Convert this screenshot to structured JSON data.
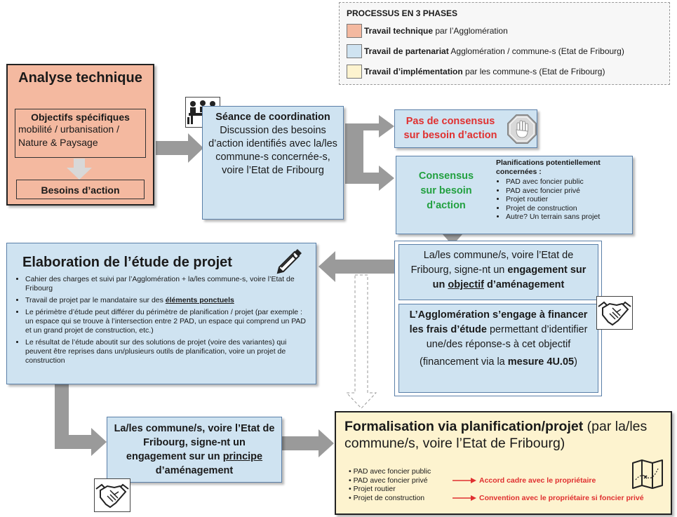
{
  "legend": {
    "title": "PROCESSUS EN 3 PHASES",
    "items": [
      {
        "bold": "Travail technique",
        "rest": " par l’Agglomération",
        "color": "#f4b9a0"
      },
      {
        "bold": "Travail de partenariat",
        "rest": " Agglomération / commune-s (Etat de Fribourg)",
        "color": "#cfe3f1"
      },
      {
        "bold": "Travail d’implémentation",
        "rest": " par les commune-s (Etat de Fribourg)",
        "color": "#fdf3cf"
      }
    ]
  },
  "analyse": {
    "title": "Analyse technique",
    "objectifs_title": "Objectifs spécifiques",
    "objectifs_text": "mobilité / urbanisation / Nature & Paysage",
    "besoins": "Besoins d’action"
  },
  "seance": {
    "title": "Séance de coordination",
    "text": "Discussion des besoins d’action identifiés avec la/les commune-s concernée-s, voire l’Etat de Fribourg"
  },
  "pas_consensus": "Pas de consensus sur besoin d’action",
  "consensus": "Consensus sur besoin d’action",
  "planifications": {
    "title": "Planifications potentiellement concernées :",
    "items": [
      "PAD avec foncier public",
      "PAD avec foncier privé",
      "Projet routier",
      "Projet de construction",
      "Autre? Un terrain sans projet"
    ]
  },
  "engagement_objectif": {
    "text1": "La/les commune/s, voire l’Etat de Fribourg, signe-nt un ",
    "bold1": "engagement sur un ",
    "underline": "objectif",
    "bold2": " d’aménagement"
  },
  "agglo_engage": {
    "bold": "L’Agglomération s’engage à financer les frais d’étude",
    "text": " permettant d’identifier une/des réponse-s à cet objectif",
    "financement_pre": "(financement via la ",
    "financement_bold": "mesure 4U.05",
    "financement_post": ")"
  },
  "elaboration": {
    "title": "Elaboration de l’étude de projet",
    "bullet1": "Cahier des charges et suivi par l’Agglomération + la/les commune-s, voire l’Etat de Fribourg",
    "bullet2_pre": "Travail de projet par le mandataire sur des ",
    "bullet2_bold": "éléments ponctuels",
    "bullet3": "Le périmètre d’étude peut différer du périmètre de planification / projet (par exemple : un espace qui se trouve à l’intersection entre 2 PAD, un espace qui comprend un PAD et un grand projet de construction, etc.)",
    "bullet4": "Le résultat de l’étude aboutit sur des solutions de projet (voire des variantes) qui peuvent être reprises dans un/plusieurs outils de planification, voire un projet de construction"
  },
  "engagement_principe": {
    "pre": "La/les commune/s, voire l’Etat de Fribourg, signe-nt un engagement sur un ",
    "underline": "principe",
    "post": " d’aménagement"
  },
  "formalisation": {
    "title_bold": "Formalisation via planification/projet",
    "title_rest": " (par la/les commune/s, voire l’Etat de Fribourg)",
    "items": [
      {
        "label": "PAD avec foncier public",
        "note": ""
      },
      {
        "label": "PAD avec foncier privé",
        "note": "Accord cadre avec le propriétaire"
      },
      {
        "label": "Projet routier",
        "note": ""
      },
      {
        "label": "Projet de construction",
        "note": "Convention avec le propriétaire si foncier privé"
      }
    ]
  },
  "colors": {
    "technique": "#f4b9a0",
    "partenariat": "#cfe3f1",
    "implementation": "#fdf3cf",
    "red": "#e03030",
    "green": "#22a040",
    "arrow": "#9a9a9a"
  }
}
